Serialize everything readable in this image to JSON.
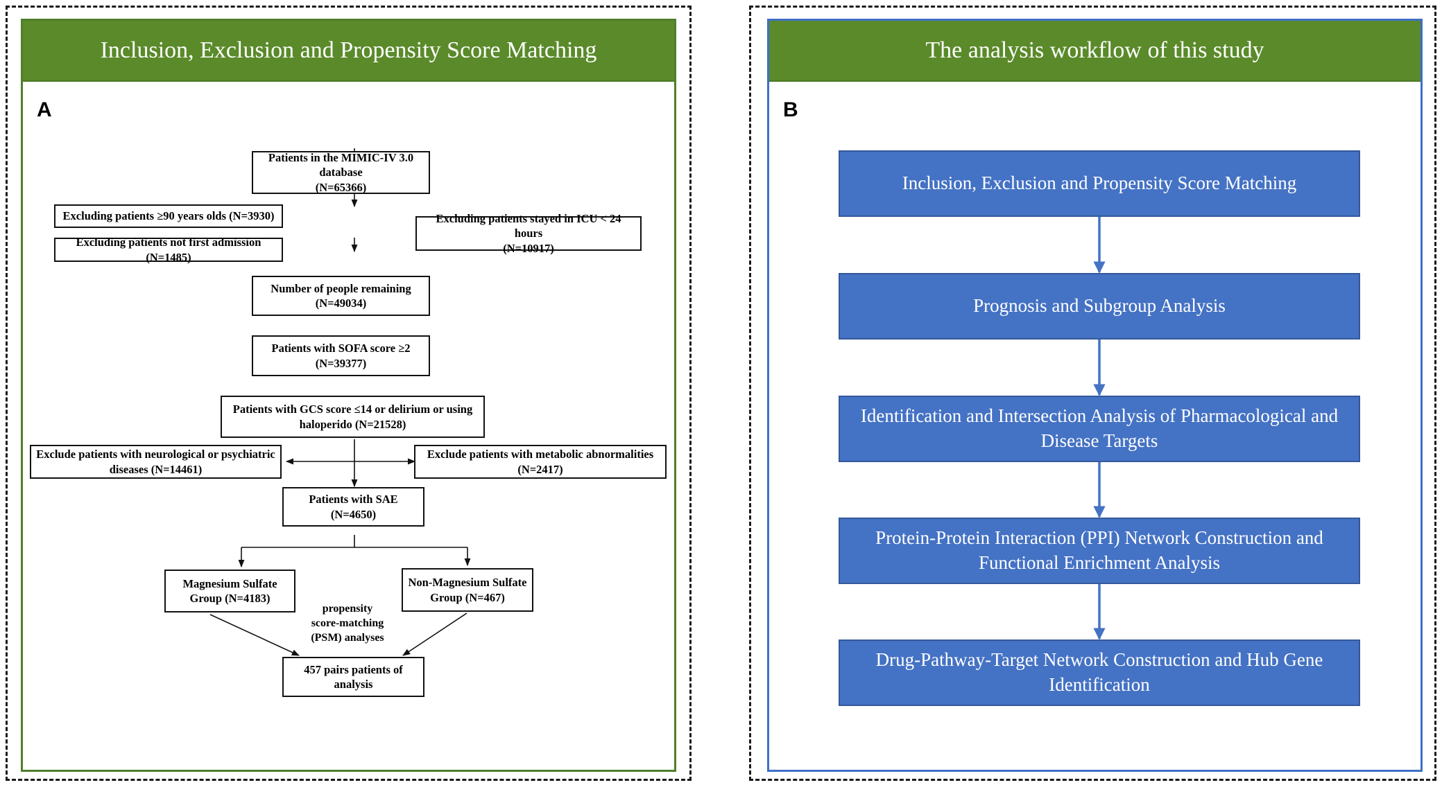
{
  "panel_a": {
    "header": "Inclusion, Exclusion and Propensity Score Matching",
    "letter": "A",
    "boxes": {
      "start": "Patients in the MIMIC-IV 3.0 database\n(N=65366)",
      "excl_age": "Excluding patients ≥90 years olds (N=3930)",
      "excl_first": "Excluding patients not first admission (N=1485)",
      "excl_icu": "Excluding patients stayed in ICU < 24 hours\n(N=10917)",
      "remaining": "Number of people remaining (N=49034)",
      "sofa": "Patients with SOFA score ≥2 (N=39377)",
      "gcs": "Patients with GCS score ≤14 or delirium or using\nhaloperido (N=21528)",
      "excl_neuro": "Exclude patients with neurological or psychiatric\ndiseases (N=14461)",
      "excl_metabolic": "Exclude patients with metabolic abnormalities\n(N=2417)",
      "sae": "Patients with SAE (N=4650)",
      "mg_group": "Magnesium Sulfate\nGroup (N=4183)",
      "non_mg_group": "Non-Magnesium Sulfate\nGroup (N=467)",
      "pairs": "457 pairs patients of\nanalysis"
    },
    "psm_note": "propensity\nscore-matching\n(PSM) analyses"
  },
  "panel_b": {
    "header": "The analysis workflow of this study",
    "letter": "B",
    "steps": [
      "Inclusion, Exclusion and Propensity Score Matching",
      "Prognosis and Subgroup Analysis",
      "Identification and Intersection Analysis of Pharmacological and Disease Targets",
      "Protein-Protein Interaction (PPI) Network Construction and Functional Enrichment Analysis",
      "Drug-Pathway-Target Network Construction and Hub Gene Identification"
    ]
  },
  "colors": {
    "header_green": "#5a8a2a",
    "panel_a_border": "#4f7f2b",
    "panel_b_border": "#3f6fc8",
    "step_fill": "#4472c4",
    "arrow_blue": "#4472c4"
  }
}
